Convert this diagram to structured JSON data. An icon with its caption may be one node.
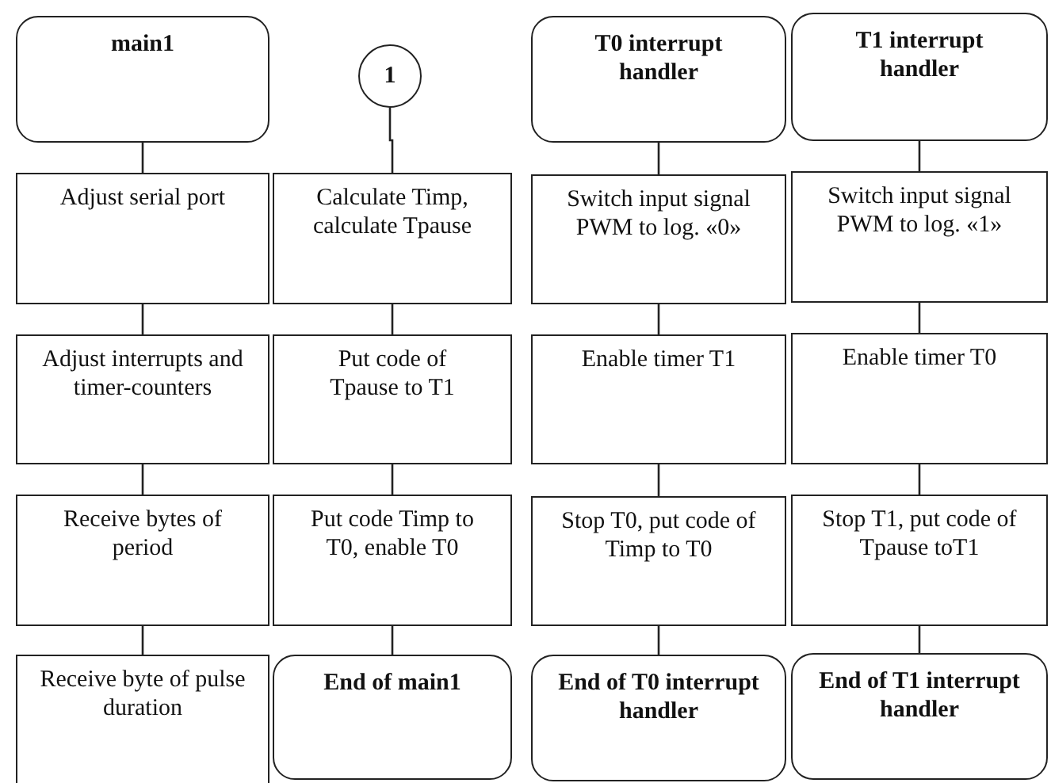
{
  "diagram": {
    "nodes": [
      {
        "text": [
          "main1"
        ]
      },
      {
        "text": [
          "Adjust serial port"
        ]
      },
      {
        "text": [
          "Adjust interrupts and timer-counters"
        ]
      },
      {
        "text": [
          "Receive bytes of period"
        ]
      },
      {
        "text": [
          "Receive byte of pulse duration"
        ]
      },
      {
        "text": [
          "1"
        ]
      },
      {
        "text": [
          "Calculate Timp, calculate Tpause"
        ]
      },
      {
        "text": [
          "Put code of Tpause to T1"
        ]
      },
      {
        "text": [
          "Put code Timp to T0, enable T0"
        ]
      },
      {
        "text": [
          "End of main1"
        ]
      },
      {
        "text": [
          "T0 interrupt handler"
        ]
      },
      {
        "text": [
          "Switch input signal PWM to log. «0»"
        ]
      },
      {
        "text": [
          "Enable timer T1"
        ]
      },
      {
        "text": [
          "Stop T0, put code of Timp to T0"
        ]
      },
      {
        "text": [
          "End of T0 interrupt handler"
        ]
      },
      {
        "text": [
          "T1 interrupt handler"
        ]
      },
      {
        "text": [
          "Switch input signal PWM to log. «1»"
        ]
      },
      {
        "text": [
          "Enable timer T0"
        ]
      },
      {
        "text": [
          "Stop T1, put code of Tpause toT1"
        ]
      },
      {
        "text": [
          "End of T1 interrupt handler"
        ]
      }
    ],
    "edges": [
      {
        "from": 0,
        "to": 1,
        "arrow": "none"
      },
      {
        "from": 1,
        "to": 2,
        "arrow": "none"
      },
      {
        "from": 2,
        "to": 3,
        "arrow": "none"
      },
      {
        "from": 3,
        "to": 4,
        "arrow": "none"
      },
      {
        "from": 5,
        "to": 6,
        "arrow": "none"
      },
      {
        "from": 6,
        "to": 7,
        "arrow": "none"
      },
      {
        "from": 7,
        "to": 8,
        "arrow": "none"
      },
      {
        "from": 8,
        "to": 9,
        "arrow": "none"
      },
      {
        "from": 10,
        "to": 11,
        "arrow": "none"
      },
      {
        "from": 11,
        "to": 12,
        "arrow": "none"
      },
      {
        "from": 12,
        "to": 13,
        "arrow": "none"
      },
      {
        "from": 13,
        "to": 14,
        "arrow": "none"
      },
      {
        "from": 15,
        "to": 16,
        "arrow": "none"
      },
      {
        "from": 16,
        "to": 17,
        "arrow": "none"
      },
      {
        "from": 17,
        "to": 18,
        "arrow": "none"
      },
      {
        "from": 18,
        "to": 19,
        "arrow": "none"
      }
    ]
  }
}
